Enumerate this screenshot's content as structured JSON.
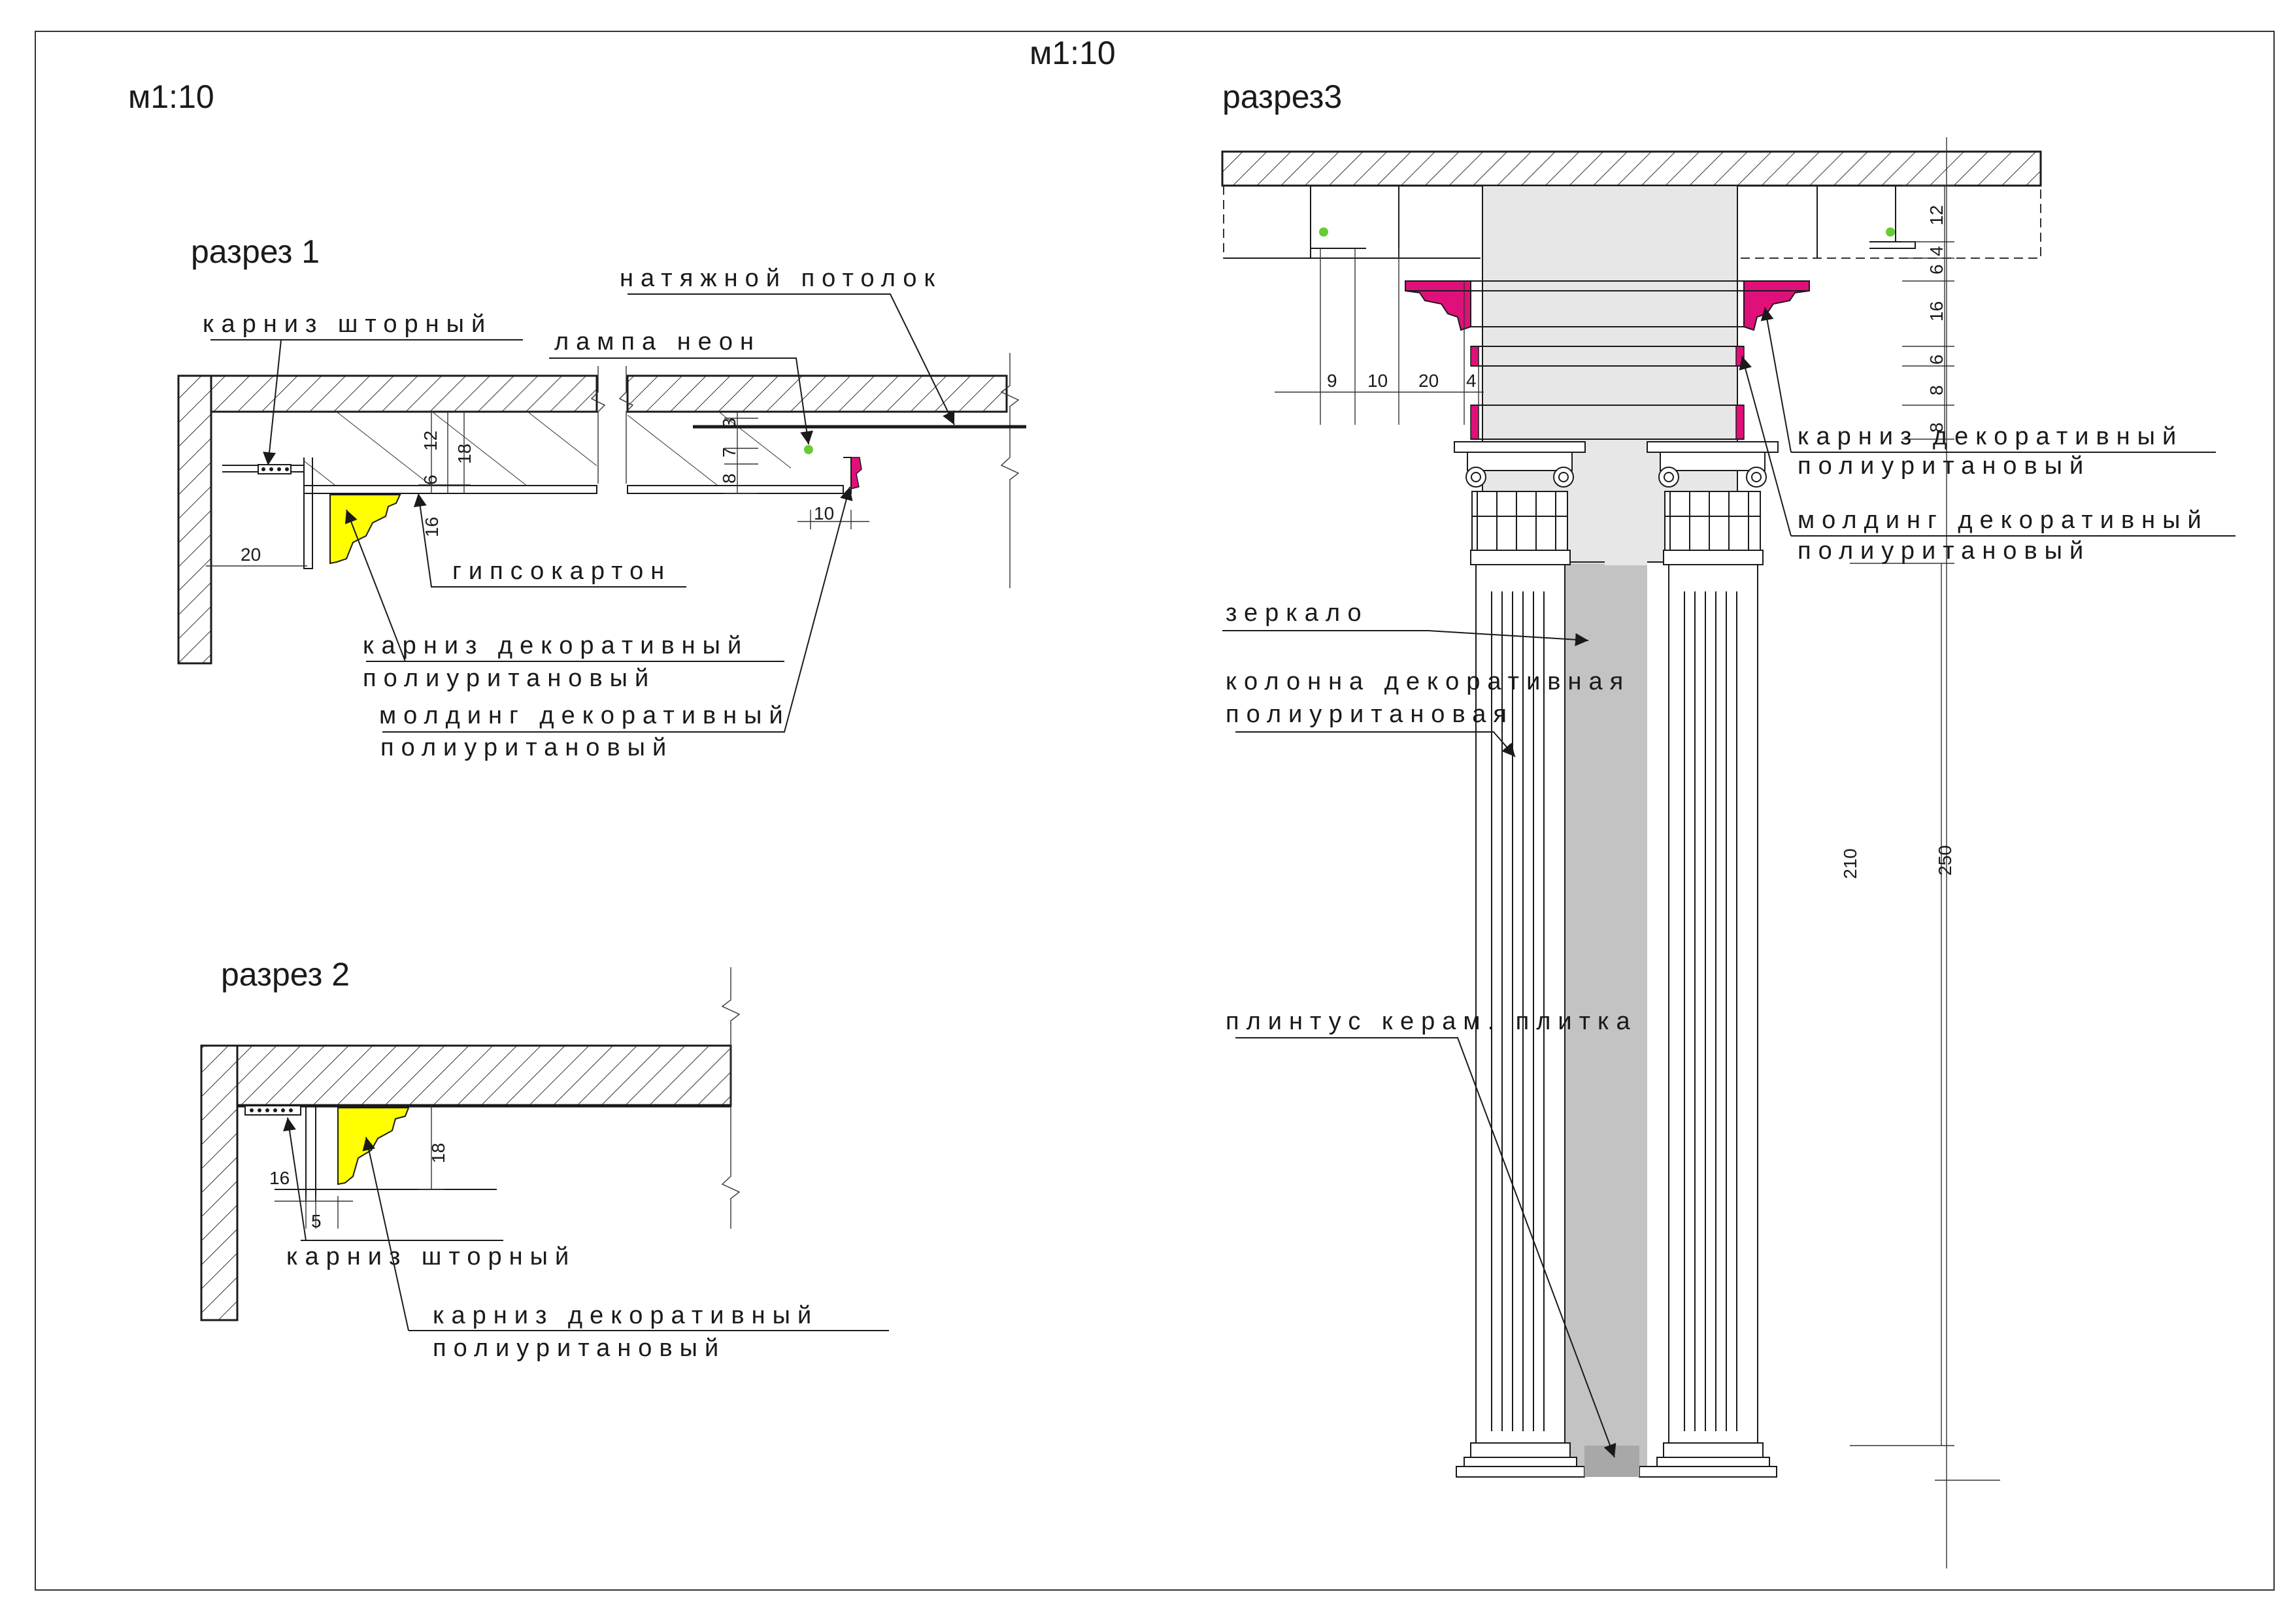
{
  "scale_top": "м1:10",
  "scale_left": "м1:10",
  "colors": {
    "cornice_yellow": "#ffff00",
    "cornice_magenta": "#e0107a",
    "neon_green": "#66cc33",
    "mirror_gray": "#c3c3c3",
    "column_fill": "#e7e7e7",
    "hatch": "#333333"
  },
  "section1": {
    "title": "разрез 1",
    "labels": {
      "stretch_ceiling": "натяжной потолок",
      "curtain_rod": "карниз шторный",
      "neon_lamp": "лампа неон",
      "drywall": "гипсокартон",
      "cornice_1": "карниз декоративный",
      "cornice_2": "полиуритановый",
      "molding_1": "молдинг декоративный",
      "molding_2": "полиуритановый"
    },
    "dims": {
      "d12": "12",
      "d18": "18",
      "d6": "6",
      "d16": "16",
      "d20": "20",
      "d3": "3",
      "d7": "7",
      "d8": "8",
      "d10": "10"
    }
  },
  "section2": {
    "title": "разрез 2",
    "labels": {
      "curtain_rod": "карниз шторный",
      "cornice_1": "карниз декоративный",
      "cornice_2": "полиуритановый"
    },
    "dims": {
      "d18": "18",
      "d16": "16",
      "d5": "5"
    }
  },
  "section3": {
    "title": "разрез3",
    "labels": {
      "cornice_1": "карниз декоративный",
      "cornice_2": "полиуритановый",
      "molding_1": "молдинг декоративный",
      "molding_2": "полиуритановый",
      "mirror": "зеркало",
      "column_1": "колонна декоративная",
      "column_2": "полиуритановая",
      "plinth": "плинтус керам. плитка"
    },
    "dims": {
      "d9": "9",
      "d10": "10",
      "d20": "20",
      "d4": "4",
      "r12": "12",
      "r4": "4",
      "r6a": "6",
      "r16": "16",
      "r6b": "6",
      "r8a": "8",
      "r8b": "8",
      "d210": "210",
      "d250": "250"
    }
  }
}
